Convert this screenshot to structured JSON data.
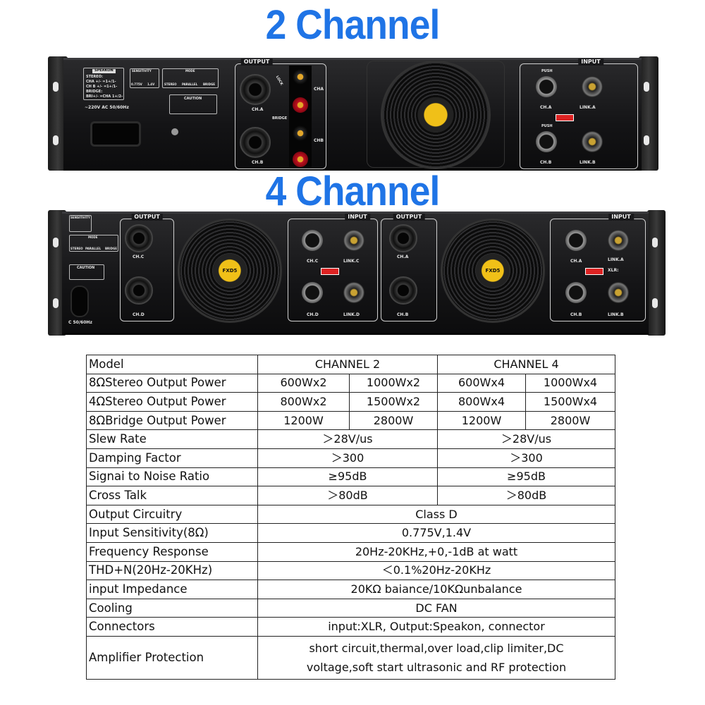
{
  "headings": {
    "two_channel": "2 Channel",
    "four_channel": "4 Channel"
  },
  "colors": {
    "heading": "#1f74e6",
    "chassis": "#141416",
    "binding_post_red": "#c01020",
    "fan_hub": "#f0c018"
  },
  "panel_2ch": {
    "speakon_box_title": "SPEAKON",
    "speakon_lines": [
      "STEREO:",
      "CHA +/- =1+/1-",
      "CH B +/- =1+/1-",
      "BRIDGE:",
      "BRI+/- =CHA 1+/2-"
    ],
    "sensitivity_title": "SENSITIVITY",
    "sensitivity_opts": [
      "0.775V",
      "1.4V"
    ],
    "mode_title": "MODE",
    "mode_opts": [
      "STEREO",
      "PARALLEL",
      "BRIDGE"
    ],
    "caution": "CAUTION",
    "power_label": "~220V AC 50/60Hz",
    "output_title": "OUTPUT",
    "ch_a": "CH.A",
    "ch_b": "CH.B",
    "cha": "CHA",
    "chb": "CHB",
    "bridge": "BRIDGE",
    "lock": "LOCK",
    "input_title": "INPUT",
    "link_a": "LINK.A",
    "link_b": "LINK.B",
    "push": "PUSH"
  },
  "panel_4ch": {
    "sensitivity_title": "SENSITIVITY",
    "mode_title": "MODE",
    "mode_opts": [
      "STEREO",
      "PARALLEL",
      "BRIDGE"
    ],
    "caution": "CAUTION",
    "power_label": "C 50/60Hz",
    "output_title": "OUTPUT",
    "input_title": "INPUT",
    "ch_a": "CH.A",
    "ch_b": "CH.B",
    "ch_c": "CH.C",
    "ch_d": "CH.D",
    "link_a": "LINK.A",
    "link_b": "LINK.B",
    "link_c": "LINK.C",
    "link_d": "LINK.D",
    "xlr": "XLR:",
    "fan_brand": "FXD5"
  },
  "spec_table": {
    "header": {
      "label": "Model",
      "ch2": "CHANNEL 2",
      "ch4": "CHANNEL 4"
    },
    "power_rows": [
      {
        "label": "8ΩStereo Output Power",
        "values": [
          "600Wx2",
          "1000Wx2",
          "600Wx4",
          "1000Wx4"
        ]
      },
      {
        "label": "4ΩStereo Output Power",
        "values": [
          "800Wx2",
          "1500Wx2",
          "800Wx4",
          "1500Wx4"
        ]
      },
      {
        "label": "8ΩBridge Output Power",
        "values": [
          "1200W",
          "2800W",
          "1200W",
          "2800W"
        ]
      }
    ],
    "split_rows": [
      {
        "label": "Slew Rate",
        "ch2": "＞28V/us",
        "ch4": "＞28V/us"
      },
      {
        "label": "Damping Factor",
        "ch2": "＞300",
        "ch4": "＞300"
      },
      {
        "label": "Signai to Noise Ratio",
        "ch2": "≥95dB",
        "ch4": "≥95dB"
      },
      {
        "label": "Cross Talk",
        "ch2": "＞80dB",
        "ch4": "＞80dB"
      }
    ],
    "shared_rows": [
      {
        "label": "Output Circuitry",
        "value": "Class D"
      },
      {
        "label": "Input Sensitivity(8Ω)",
        "value": "0.775V,1.4V"
      },
      {
        "label": "Frequency Response",
        "value": "20Hz-20KHz,+0,-1dB at watt"
      },
      {
        "label": "THD+N(20Hz-20KHz)",
        "value": "＜0.1%20Hz-20KHz"
      },
      {
        "label": "input Impedance",
        "value": "20KΩ baiance/10KΩunbalance"
      },
      {
        "label": "Cooling",
        "value": "DC FAN"
      },
      {
        "label": "Connectors",
        "value": "input:XLR,  Output:Speakon,  connector"
      }
    ],
    "protection": {
      "label": "Amplifier Protection",
      "line1": "short circuit,thermal,over load,clip limiter,DC",
      "line2": "voltage,soft start ultrasonic and RF protection"
    }
  }
}
